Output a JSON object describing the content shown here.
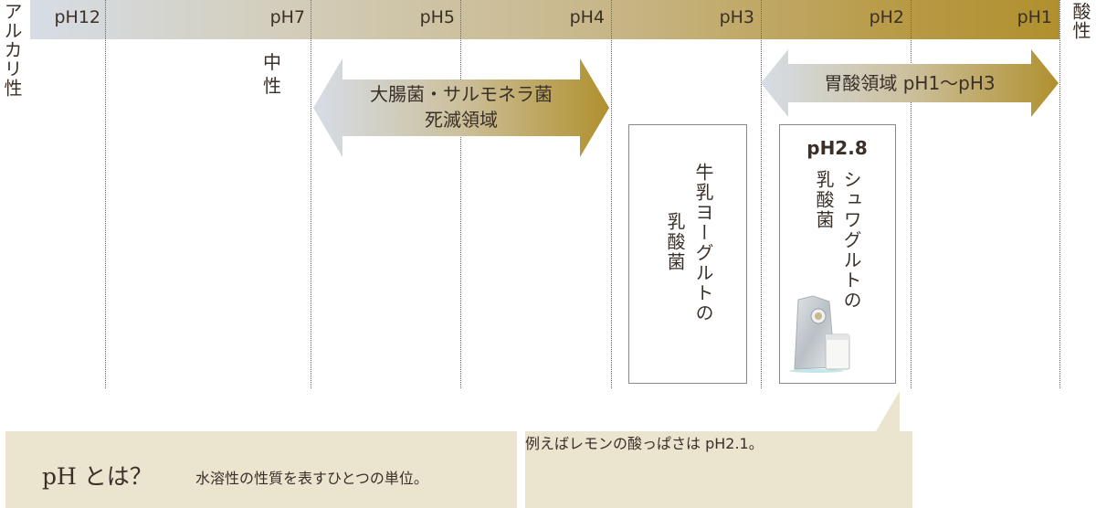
{
  "scale": {
    "ticks": [
      "pH12",
      "pH7",
      "pH5",
      "pH4",
      "pH3",
      "pH2",
      "pH1"
    ],
    "left_label": "アルカリ性",
    "right_label": "酸性",
    "neutral_label": "中性"
  },
  "arrows": {
    "bacteria": {
      "line1": "大腸菌・サルモネラ菌",
      "line2": "死滅領域"
    },
    "stomach": {
      "text": "胃酸領域 pH1〜pH3"
    }
  },
  "products": {
    "yogurt": {
      "line1": "牛乳ヨーグルトの",
      "line2": "乳酸菌"
    },
    "shuwa": {
      "ph": "pH2.8",
      "line1": "シュワグルトの",
      "line2": "乳酸菌"
    }
  },
  "info": {
    "title": "pH とは？",
    "description": "水溶性の性質を表すひとつの単位。",
    "example": "例えばレモンの酸っぱさは pH2.1。"
  },
  "colors": {
    "bar_start": "#d6dde6",
    "bar_end": "#b0902e",
    "info_bg": "#ebe4cf",
    "gold": "#b0902e"
  }
}
